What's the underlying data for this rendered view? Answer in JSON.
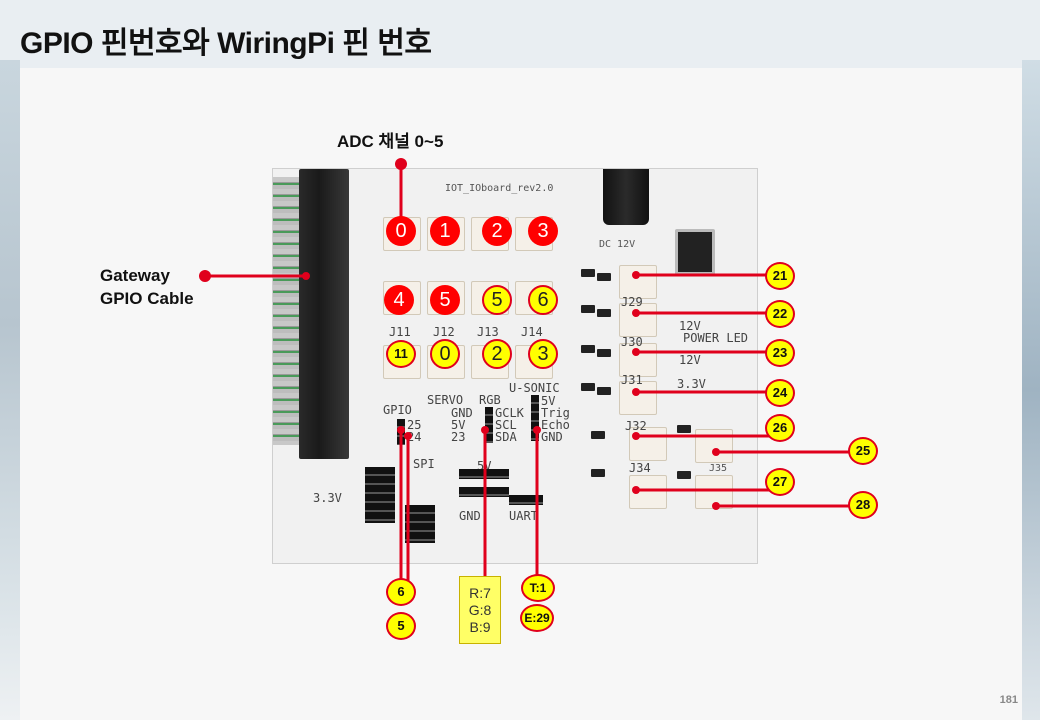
{
  "slide": {
    "title": "GPIO 핀번호와 WiringPi 핀 번호",
    "page_number": "181"
  },
  "labels": {
    "adc": "ADC 채널 0~5",
    "gateway_line1": "Gateway",
    "gateway_line2": "GPIO Cable"
  },
  "board_silk": {
    "board_name": "IOT_IOboard_rev2.0",
    "dc": "DC 12V",
    "power_led": "POWER LED",
    "v12": "12V",
    "v33": "3.3V",
    "gpio": "GPIO",
    "gpio_pins": "25\n24",
    "servo": "SERVO",
    "servo_pins": "GND\n5V\n23",
    "rgb": "RGB",
    "rgb_pins": "GCLK\nSCL\nSDA",
    "usonic": "U-SONIC",
    "usonic_pins": "5V\nTrig\nEcho\nGND",
    "spi": "SPI",
    "v5": "5V",
    "gnd": "GND",
    "uart": "UART",
    "v33_bottom": "3.3V",
    "j11": "J11",
    "j12": "J12",
    "j13": "J13",
    "j14": "J14",
    "j29": "J29",
    "j30": "J30",
    "j31": "J31",
    "j32": "J32",
    "j34": "J34",
    "j35": "J35"
  },
  "adc_channels": [
    "0",
    "1",
    "2",
    "3",
    "4",
    "5"
  ],
  "gpio_yellow": [
    "5",
    "6",
    "0",
    "2",
    "3"
  ],
  "badge_11": "11",
  "right_badges": [
    "21",
    "22",
    "23",
    "24",
    "26",
    "25",
    "27",
    "28"
  ],
  "bottom_badges": {
    "gpio_top": "6",
    "gpio_bottom": "5",
    "usonic_trig": "T:1",
    "usonic_echo": "E:29"
  },
  "rgb_box": {
    "r": "R:7",
    "g": "G:8",
    "b": "B:9"
  },
  "colors": {
    "accent_red": "#ff0000",
    "line_red": "#e0001c",
    "badge_yellow": "#ffff00",
    "rgb_box_yellow": "#ffff66"
  }
}
